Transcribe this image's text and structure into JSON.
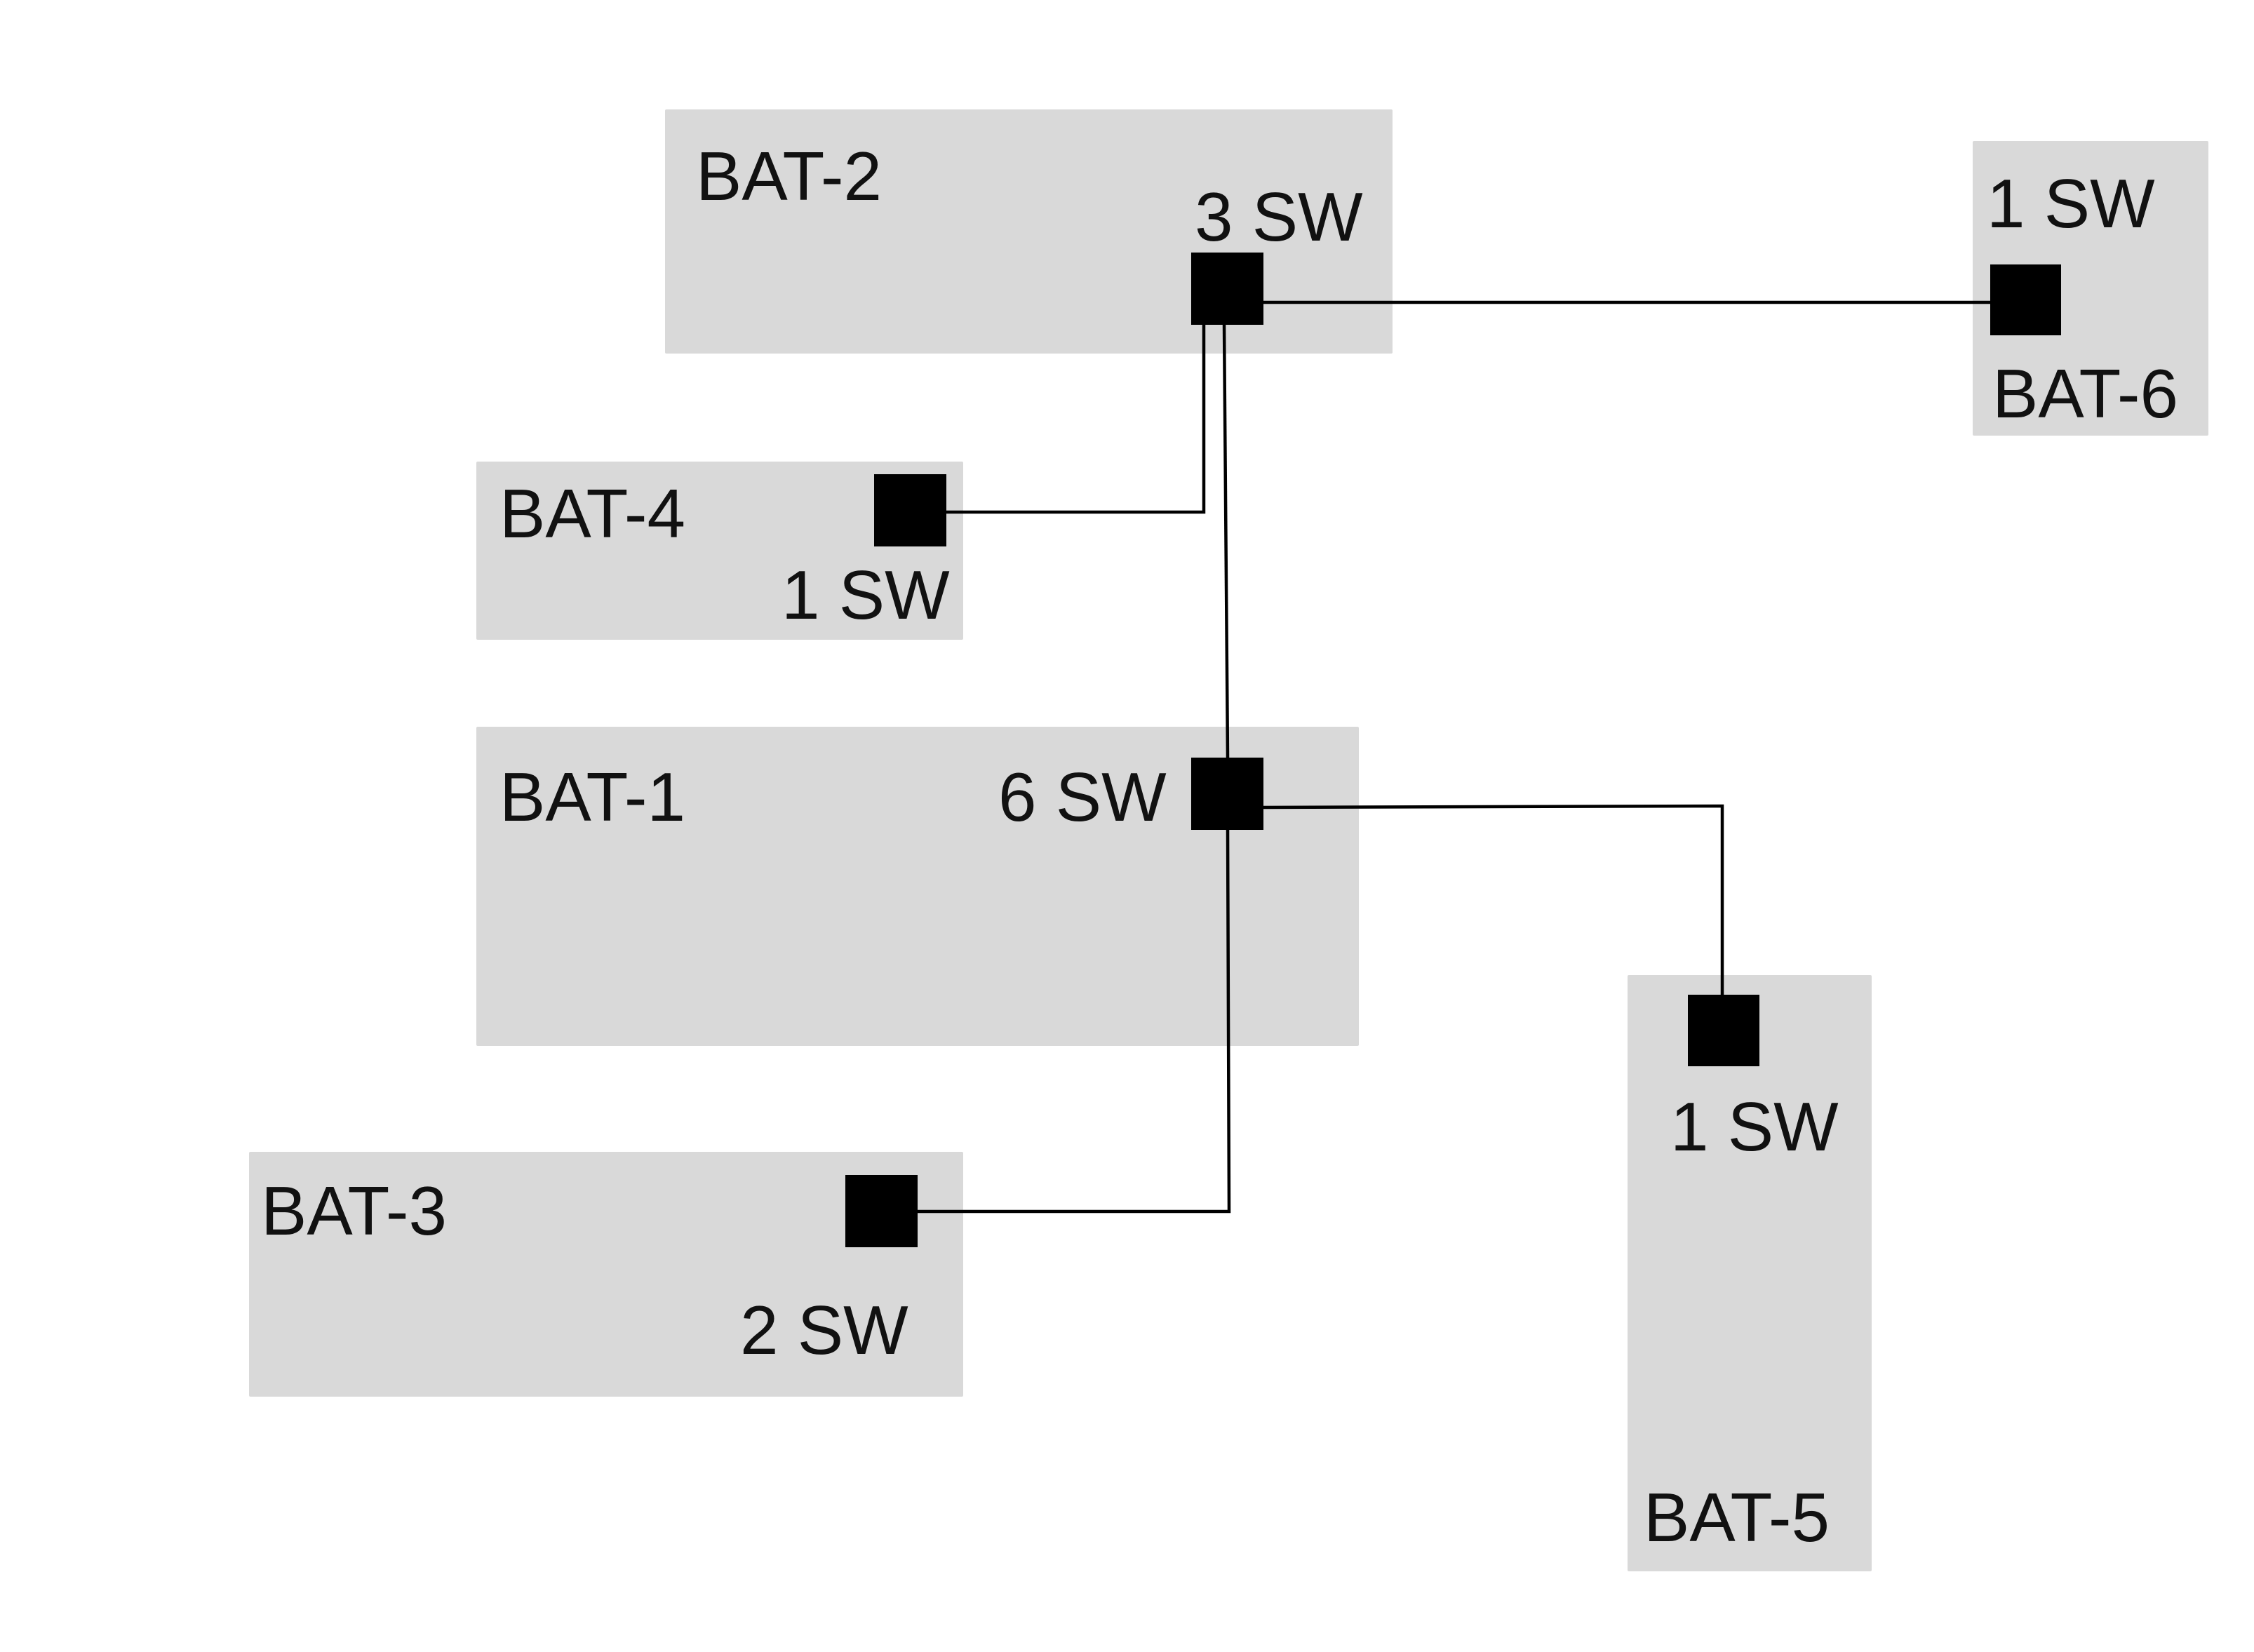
{
  "colors": {
    "building_fill": "#d9d9d9",
    "switch_fill": "#000000",
    "link_stroke": "#000000",
    "text": "#111111"
  },
  "buildings": [
    {
      "id": "bat2",
      "name": "BAT-2",
      "switch_label": "3 SW"
    },
    {
      "id": "bat6",
      "name": "BAT-6",
      "switch_label": "1 SW"
    },
    {
      "id": "bat4",
      "name": "BAT-4",
      "switch_label": "1 SW"
    },
    {
      "id": "bat1",
      "name": "BAT-1",
      "switch_label": "6 SW"
    },
    {
      "id": "bat5",
      "name": "BAT-5",
      "switch_label": "1 SW"
    },
    {
      "id": "bat3",
      "name": "BAT-3",
      "switch_label": "2 SW"
    }
  ],
  "links": [
    {
      "from": "BAT-2",
      "to": "BAT-6"
    },
    {
      "from": "BAT-2",
      "to": "BAT-4"
    },
    {
      "from": "BAT-2",
      "to": "BAT-1"
    },
    {
      "from": "BAT-1",
      "to": "BAT-5"
    },
    {
      "from": "BAT-1",
      "to": "BAT-3"
    }
  ]
}
